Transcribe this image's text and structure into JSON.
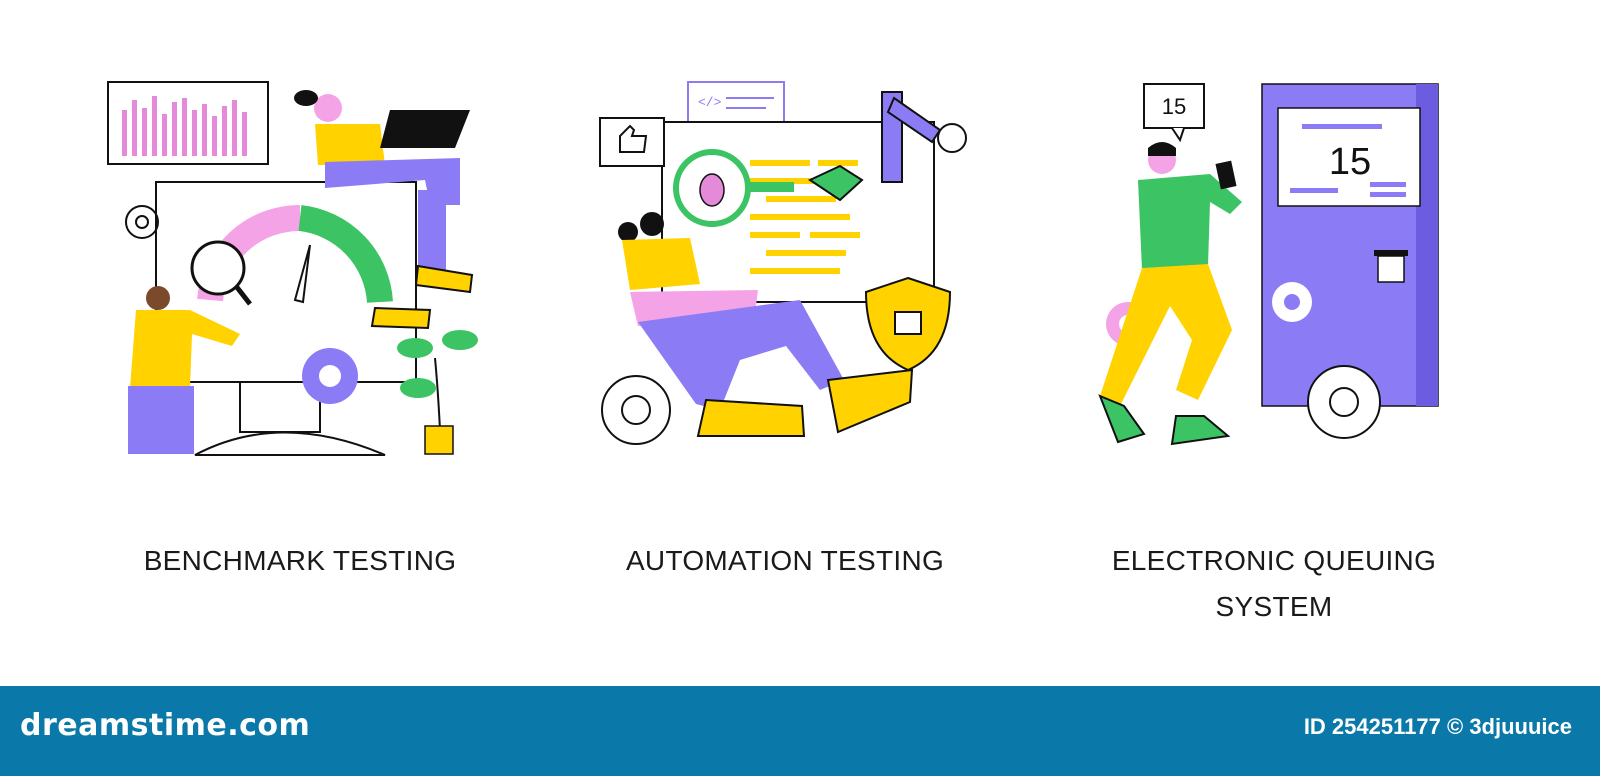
{
  "panels": [
    {
      "caption_lines": [
        "BENCHMARK TESTING"
      ]
    },
    {
      "caption_lines": [
        "AUTOMATION TESTING"
      ]
    },
    {
      "caption_lines": [
        "ELECTRONIC QUEUING",
        "SYSTEM"
      ]
    }
  ],
  "queue": {
    "bubble_number": "15",
    "screen_number": "15"
  },
  "footer": {
    "logo": "dreamstime.com",
    "id_label": "ID 254251177",
    "copyright_symbol": "©",
    "author": "3djuuuice"
  },
  "colors": {
    "purple": "#8b7cf6",
    "yellow": "#ffd200",
    "green": "#3cc464",
    "pink": "#f4a3e6",
    "footer_blue": "#0a78a8"
  }
}
